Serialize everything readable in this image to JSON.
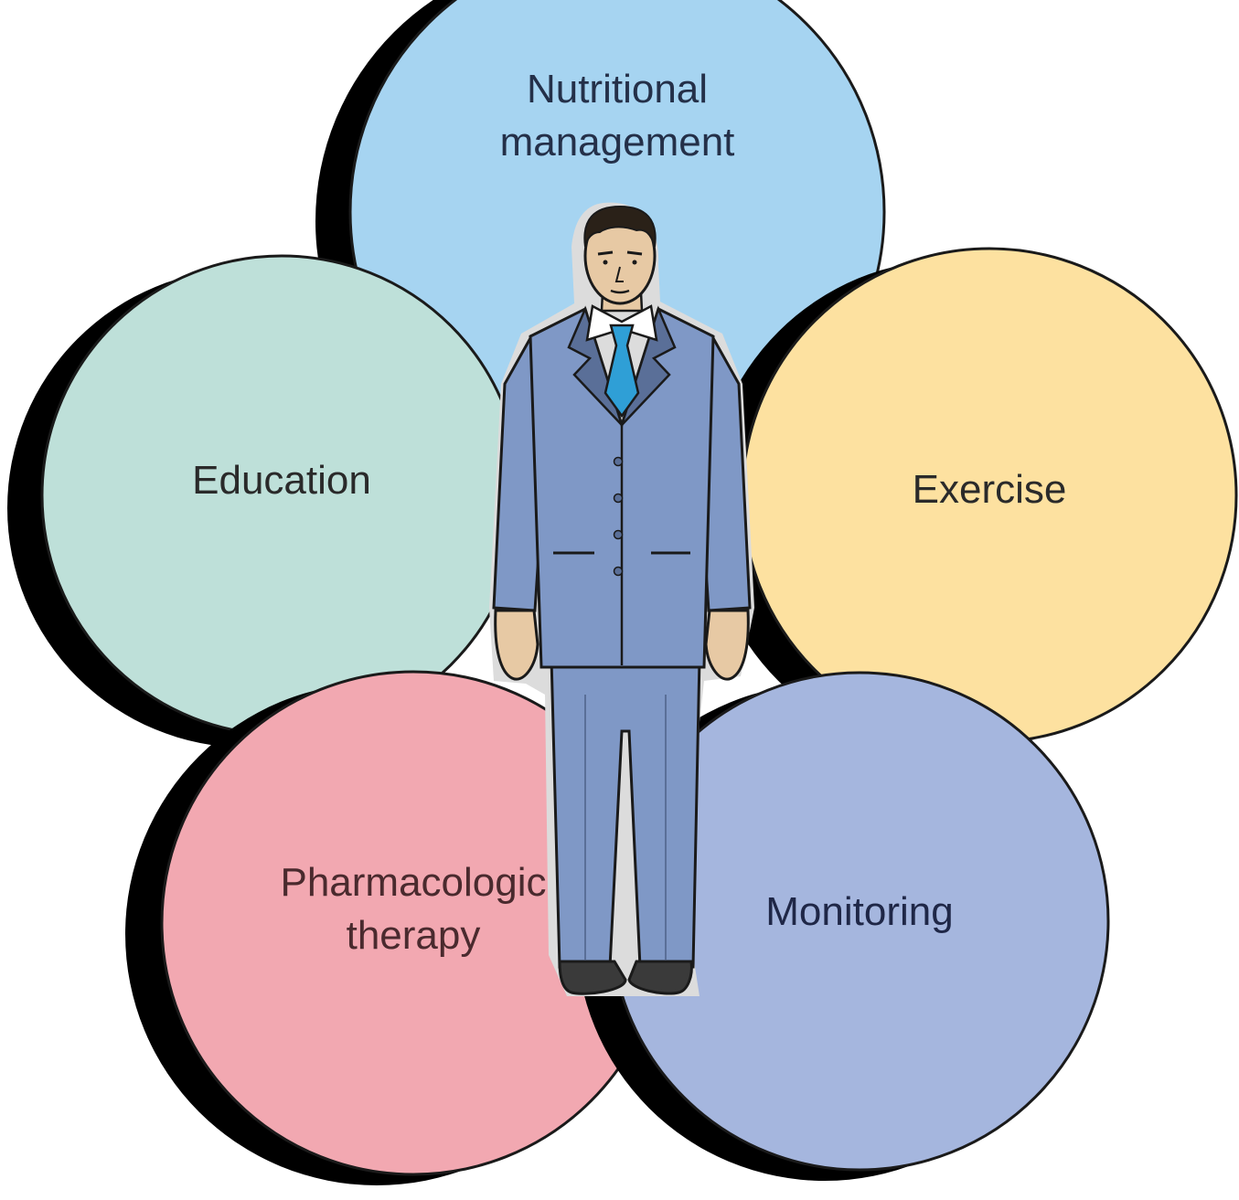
{
  "diagram": {
    "center_figure": "businessman-figure",
    "circles": [
      {
        "id": "nutrition",
        "lines": [
          "Nutritional",
          "management"
        ],
        "fill": "#a6d4f1",
        "text_color": "#243049"
      },
      {
        "id": "education",
        "lines": [
          "Education"
        ],
        "fill": "#bee0d9",
        "text_color": "#2a2a2a"
      },
      {
        "id": "exercise",
        "lines": [
          "Exercise"
        ],
        "fill": "#fde1a0",
        "text_color": "#2a2a2a"
      },
      {
        "id": "pharmacologic",
        "lines": [
          "Pharmacologic",
          "therapy"
        ],
        "fill": "#f2a8b1",
        "text_color": "#4a2a2e"
      },
      {
        "id": "monitoring",
        "lines": [
          "Monitoring"
        ],
        "fill": "#a5b6de",
        "text_color": "#1f2747"
      }
    ],
    "colors": {
      "shadow": "#000000",
      "outline": "#1a1a1a",
      "suit": "#7f98c6",
      "suit_dark": "#5a6f98",
      "tie": "#2f9fd6",
      "shirt": "#ffffff",
      "skin": "#e7c9a4",
      "hair": "#2a2118",
      "shoes": "#3a3a3a",
      "halo": "#dcdcdc"
    }
  }
}
